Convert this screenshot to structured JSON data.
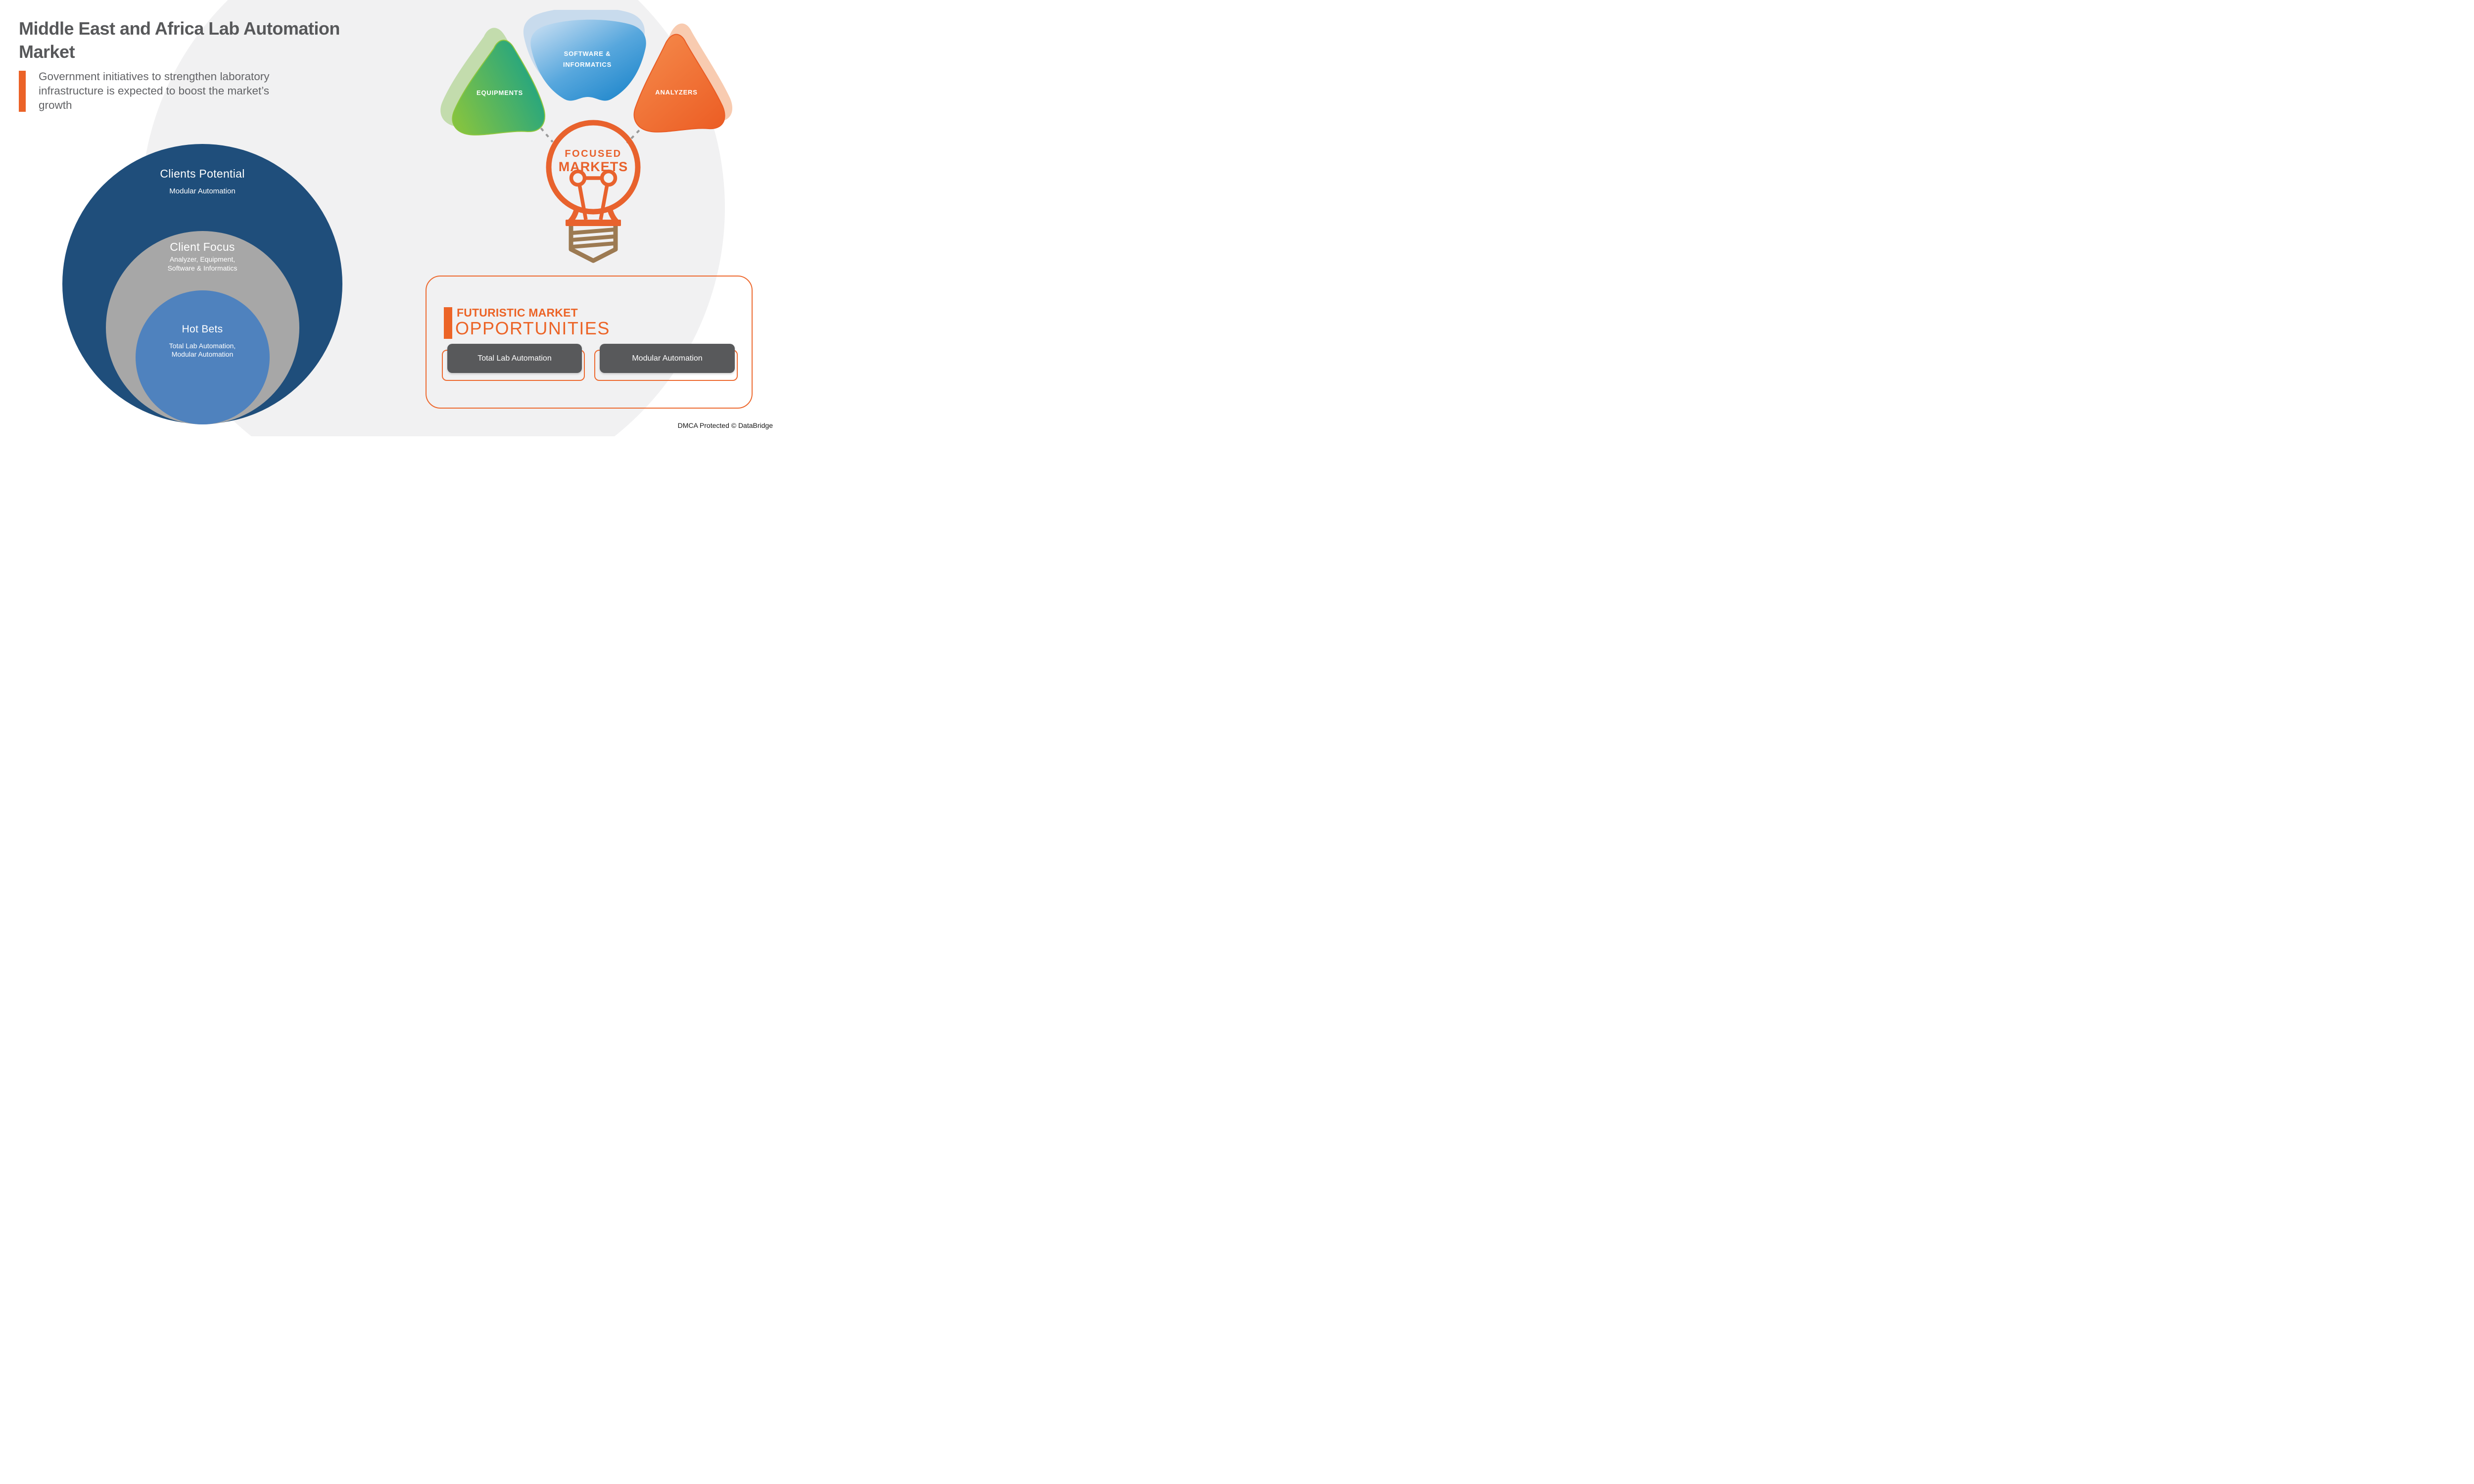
{
  "header": {
    "title_lines": [
      "Middle East and Africa Lab Automation",
      "Market"
    ],
    "subtitle_lines": [
      "Government initiatives to strengthen laboratory",
      "infrastructure is expected to boost the market’s",
      "growth"
    ],
    "accent_color": "#eb6227",
    "title_color": "#57585a"
  },
  "venn": {
    "rings": [
      {
        "label": "Clients Potential",
        "sublabel_lines": [
          "Modular Automation"
        ],
        "color": "#1f4e7b"
      },
      {
        "label": "Client Focus",
        "sublabel_lines": [
          "Analyzer, Equipment,",
          "Software & Informatics"
        ],
        "color": "#a7a7a7"
      },
      {
        "label": "Hot Bets",
        "sublabel_lines": [
          "Total Lab Automation,",
          "Modular Automation"
        ],
        "color": "#4f82be"
      }
    ]
  },
  "segments": {
    "items": [
      {
        "label_lines": [
          "EQUIPMENTS"
        ],
        "color_start": "#83c341",
        "color_end": "#17a189"
      },
      {
        "label_lines": [
          "SOFTWARE &",
          "INFORMATICS"
        ],
        "color_start": "#cfe2f4",
        "color_end": "#1e86cb"
      },
      {
        "label_lines": [
          "ANALYZERS"
        ],
        "color_start": "#f58a4b",
        "color_end": "#ec5e25"
      }
    ]
  },
  "focused_markets": {
    "line1": "FOCUSED",
    "line2": "MARKETS",
    "bulb_color": "#e8622d",
    "base_color": "#9c7a52"
  },
  "opportunities": {
    "heading_line1": "FUTURISTIC MARKET",
    "heading_line2": "OPPORTUNITIES",
    "accent_color": "#ec6427",
    "buttons": [
      "Total Lab Automation",
      "Modular Automation"
    ]
  },
  "footer": {
    "dmca": "DMCA Protected © DataBridge"
  }
}
